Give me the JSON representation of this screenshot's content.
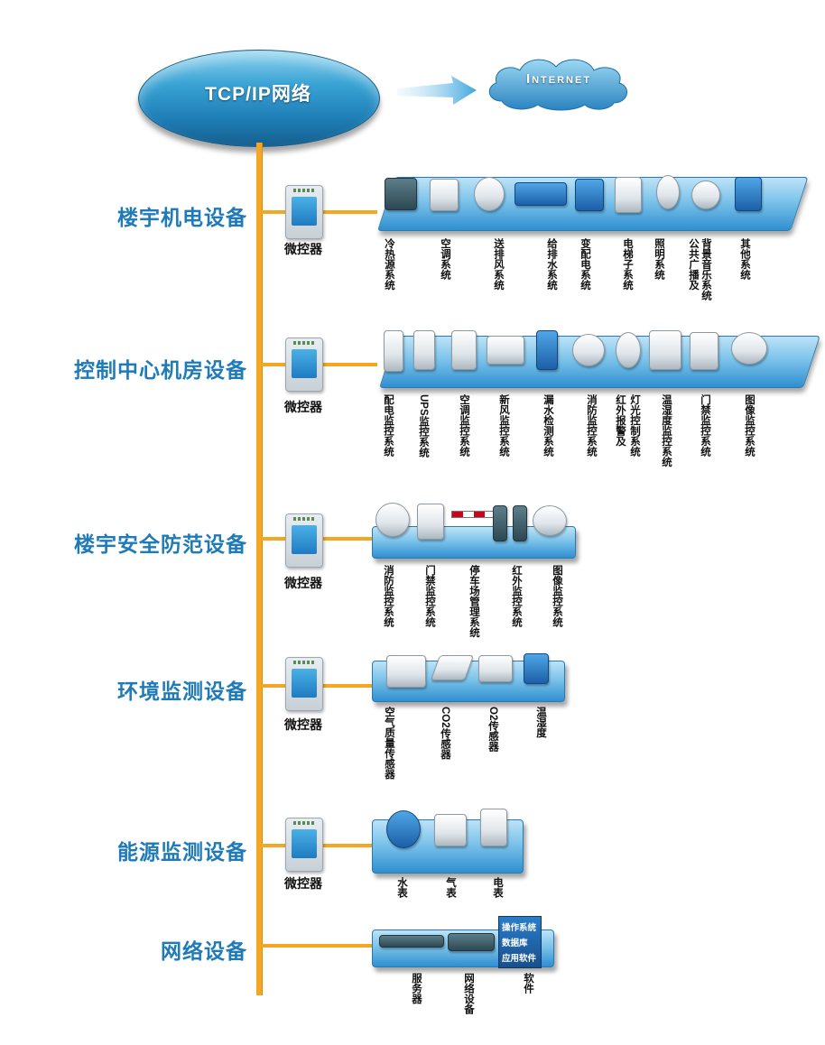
{
  "network": {
    "tcpip_label": "TCP/IP网络",
    "internet_label": "Internet"
  },
  "controller_label": "微控器",
  "rows": [
    {
      "label": "楼宇机电设备",
      "items": [
        "冷热源系统",
        "空调系统",
        "送排风系统",
        "给排水系统",
        "变配电系统",
        "电梯子系统",
        "照明系统",
        "公共广播及",
        "背景音乐系统",
        "其他系统"
      ]
    },
    {
      "label": "控制中心机房设备",
      "items": [
        "配电监控系统",
        "UPS监控系统",
        "空调监控系统",
        "新风监控系统",
        "漏水检测系统",
        "消防监控系统",
        "红外报警及",
        "灯光控制系统",
        "温湿度监控系统",
        "门禁监控系统",
        "图像监控系统"
      ]
    },
    {
      "label": "楼宇安全防范设备",
      "items": [
        "消防监控系统",
        "门禁监控系统",
        "停车场管理系统",
        "红外监控系统",
        "图像监控系统"
      ]
    },
    {
      "label": "环境监测设备",
      "items": [
        "空气质量传感器",
        "CO2传感器",
        "O2传感器",
        "温湿度"
      ]
    },
    {
      "label": "能源监测设备",
      "items": [
        "水表",
        "气表",
        "电表"
      ]
    },
    {
      "label": "网络设备",
      "items": [
        "服务器",
        "网络设备",
        "软件"
      ],
      "software_panel": [
        "操作系统",
        "数据库",
        "应用软件"
      ]
    }
  ],
  "colors": {
    "trunk": "#f5a623",
    "label_blue": "#1f7bb8",
    "panel_blue": "#2f8fd0"
  }
}
